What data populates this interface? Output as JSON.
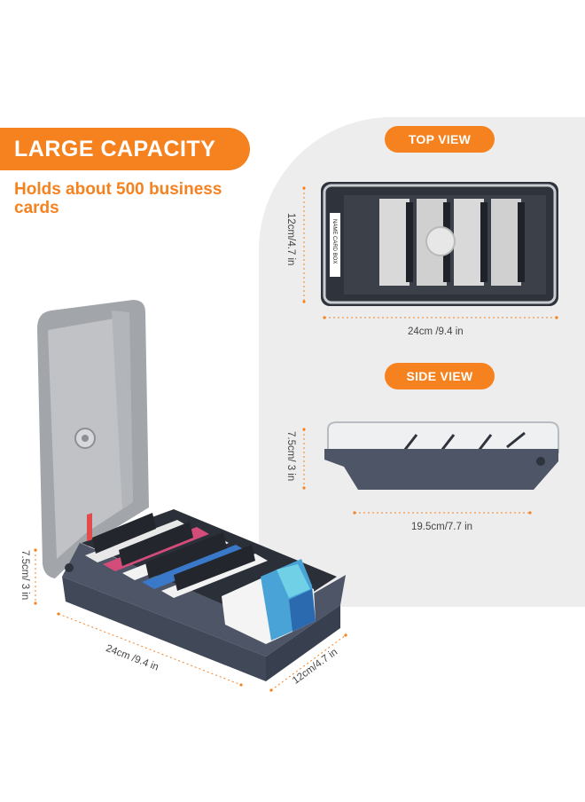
{
  "headline": "LARGE CAPACITY",
  "subtitle": "Holds about 500 business cards",
  "top_view": {
    "label": "TOP VIEW",
    "height_label": "12cm/4.7 in",
    "width_label": "24cm /9.4 in",
    "box_label": "NAME CARD BOX"
  },
  "side_view": {
    "label": "SIDE VIEW",
    "height_label": "7.5cm/ 3 in",
    "width_label": "19.5cm/7.7 in"
  },
  "main_view": {
    "height_label": "7.5cm/ 3 in",
    "length_label": "24cm /9.4 in",
    "depth_label": "12cm/4.7 in"
  },
  "colors": {
    "accent": "#f5821f",
    "box_body": "#4d5566",
    "lid": "#8a8d93"
  }
}
